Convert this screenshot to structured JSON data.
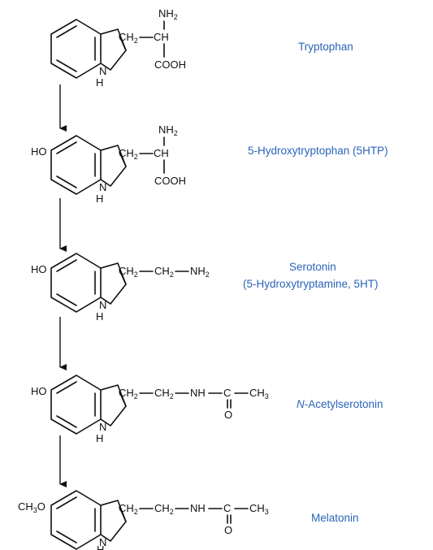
{
  "colors": {
    "label": "#2a64b8",
    "structure": "#111111"
  },
  "compounds": [
    {
      "label_lines": [
        "Tryptophan"
      ],
      "label_parts": [],
      "ring_sub": "",
      "chain": "CH2-CH(NH2)-COOH",
      "labels": {
        "nh2": "NH",
        "nh2_sub": "2",
        "ch2": "CH",
        "ch2_sub": "2",
        "ch": "CH",
        "cooh": "COOH",
        "n": "N",
        "h": "H"
      }
    },
    {
      "label_lines": [
        "5-Hydroxytryptophan (5HTP)"
      ],
      "label_parts": [],
      "ring_sub": "HO",
      "chain": "CH2-CH(NH2)-COOH",
      "labels": {
        "nh2": "NH",
        "nh2_sub": "2",
        "ch2": "CH",
        "ch2_sub": "2",
        "ch": "CH",
        "cooh": "COOH",
        "n": "N",
        "h": "H"
      }
    },
    {
      "label_lines": [
        "Serotonin",
        "(5-Hydroxytryptamine, 5HT)"
      ],
      "label_parts": [],
      "ring_sub": "HO",
      "chain": "CH2-CH2-NH2",
      "labels": {
        "ch2": "CH",
        "ch2_sub": "2",
        "ch2b": "CH",
        "ch2b_sub": "2",
        "nh2": "NH",
        "nh2_sub": "2",
        "n": "N",
        "h": "H"
      }
    },
    {
      "label_lines": [],
      "label_parts": [
        "N",
        "-Acetylserotonin"
      ],
      "ring_sub": "HO",
      "chain": "CH2-CH2-NH-C(=O)-CH3",
      "labels": {
        "ch2": "CH",
        "ch2_sub": "2",
        "ch2b": "CH",
        "ch2b_sub": "2",
        "nh": "NH",
        "c": "C",
        "o": "O",
        "ch3": "CH",
        "ch3_sub": "3",
        "n": "N",
        "h": "H"
      }
    },
    {
      "label_lines": [
        "Melatonin"
      ],
      "label_parts": [],
      "ring_sub": "CH",
      "ring_sub_sub": "3",
      "ring_sub_tail": "O",
      "chain": "CH2-CH2-NH-C(=O)-CH3",
      "labels": {
        "ch2": "CH",
        "ch2_sub": "2",
        "ch2b": "CH",
        "ch2b_sub": "2",
        "nh": "NH",
        "c": "C",
        "o": "O",
        "ch3": "CH",
        "ch3_sub": "3",
        "n": "N",
        "h": "H"
      }
    }
  ]
}
